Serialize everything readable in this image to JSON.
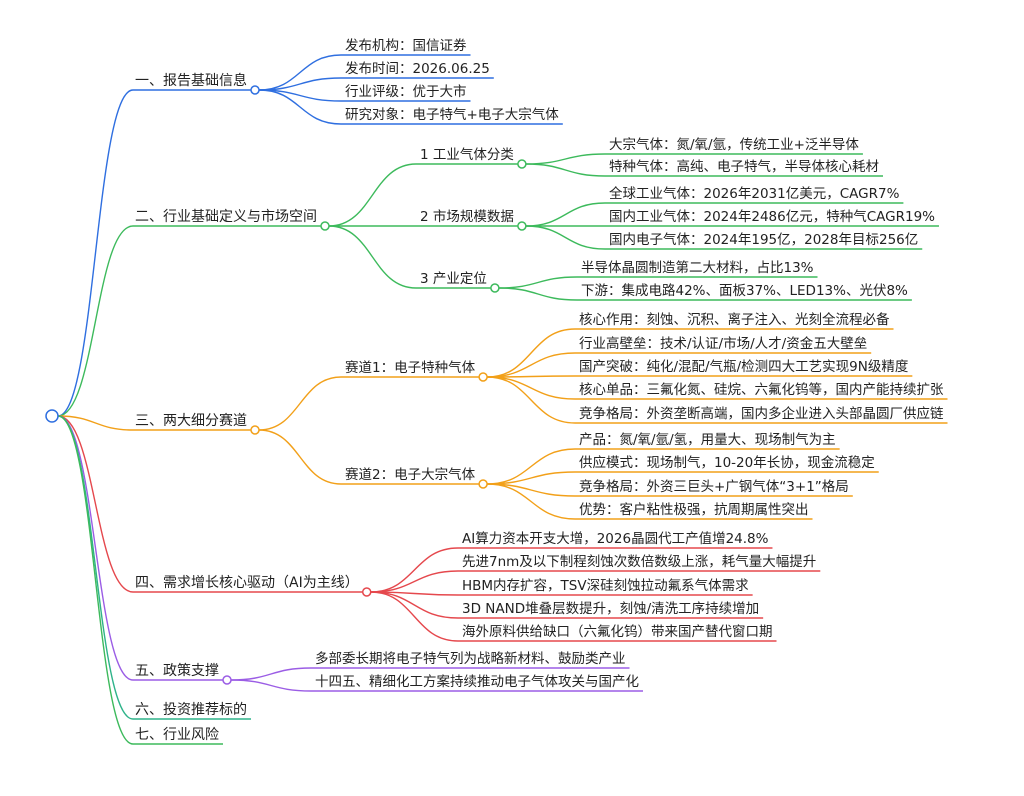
{
  "colors": {
    "root": "#2f6fe0",
    "blue": "#2f6fe0",
    "green": "#3dba5c",
    "orange": "#f2a019",
    "red": "#e5484d",
    "purple": "#9b5de5",
    "teal": "#2fb38a"
  },
  "branches": [
    {
      "label": "一、报告基础信息",
      "color": "blue",
      "children": [
        {
          "label": "发布机构：国信证券"
        },
        {
          "label": "发布时间：2026.06.25"
        },
        {
          "label": "行业评级：优于大市"
        },
        {
          "label": "研究对象：电子特气+电子大宗气体"
        }
      ]
    },
    {
      "label": "二、行业基础定义与市场空间",
      "color": "green",
      "children": [
        {
          "label": "1 工业气体分类",
          "children": [
            {
              "label": "大宗气体：氮/氧/氩，传统工业+泛半导体"
            },
            {
              "label": "特种气体：高纯、电子特气，半导体核心耗材"
            }
          ]
        },
        {
          "label": "2 市场规模数据",
          "children": [
            {
              "label": "全球工业气体：2026年2031亿美元，CAGR7%"
            },
            {
              "label": "国内工业气体：2024年2486亿元，特种气CAGR19%"
            },
            {
              "label": "国内电子气体：2024年195亿，2028年目标256亿"
            }
          ]
        },
        {
          "label": "3 产业定位",
          "children": [
            {
              "label": "半导体晶圆制造第二大材料，占比13%"
            },
            {
              "label": "下游：集成电路42%、面板37%、LED13%、光伏8%"
            }
          ]
        }
      ]
    },
    {
      "label": "三、两大细分赛道",
      "color": "orange",
      "children": [
        {
          "label": "赛道1：电子特种气体",
          "children": [
            {
              "label": "核心作用：刻蚀、沉积、离子注入、光刻全流程必备"
            },
            {
              "label": "行业高壁垒：技术/认证/市场/人才/资金五大壁垒"
            },
            {
              "label": "国产突破：纯化/混配/气瓶/检测四大工艺实现9N级精度"
            },
            {
              "label": "核心单品：三氟化氮、硅烷、六氟化钨等，国内产能持续扩张"
            },
            {
              "label": "竞争格局：外资垄断高端，国内多企业进入头部晶圆厂供应链"
            }
          ]
        },
        {
          "label": "赛道2：电子大宗气体",
          "children": [
            {
              "label": "产品：氮/氧/氩/氢，用量大、现场制气为主"
            },
            {
              "label": "供应模式：现场制气，10-20年长协，现金流稳定"
            },
            {
              "label": "竞争格局：外资三巨头+广钢气体“3+1”格局"
            },
            {
              "label": "优势：客户粘性极强，抗周期属性突出"
            }
          ]
        }
      ]
    },
    {
      "label": "四、需求增长核心驱动（AI为主线）",
      "color": "red",
      "children": [
        {
          "label": "AI算力资本开支大增，2026晶圆代工产值增24.8%"
        },
        {
          "label": "先进7nm及以下制程刻蚀次数倍数级上涨，耗气量大幅提升"
        },
        {
          "label": "HBM内存扩容，TSV深硅刻蚀拉动氟系气体需求"
        },
        {
          "label": "3D NAND堆叠层数提升，刻蚀/清洗工序持续增加"
        },
        {
          "label": "海外原料供给缺口（六氟化钨）带来国产替代窗口期"
        }
      ]
    },
    {
      "label": "五、政策支撑",
      "color": "purple",
      "children": [
        {
          "label": "多部委长期将电子特气列为战略新材料、鼓励类产业"
        },
        {
          "label": "十四五、精细化工方案持续推动电子气体攻关与国产化"
        }
      ]
    },
    {
      "label": "六、投资推荐标的",
      "color": "teal",
      "children": []
    },
    {
      "label": "七、行业风险",
      "color": "green",
      "children": []
    }
  ]
}
